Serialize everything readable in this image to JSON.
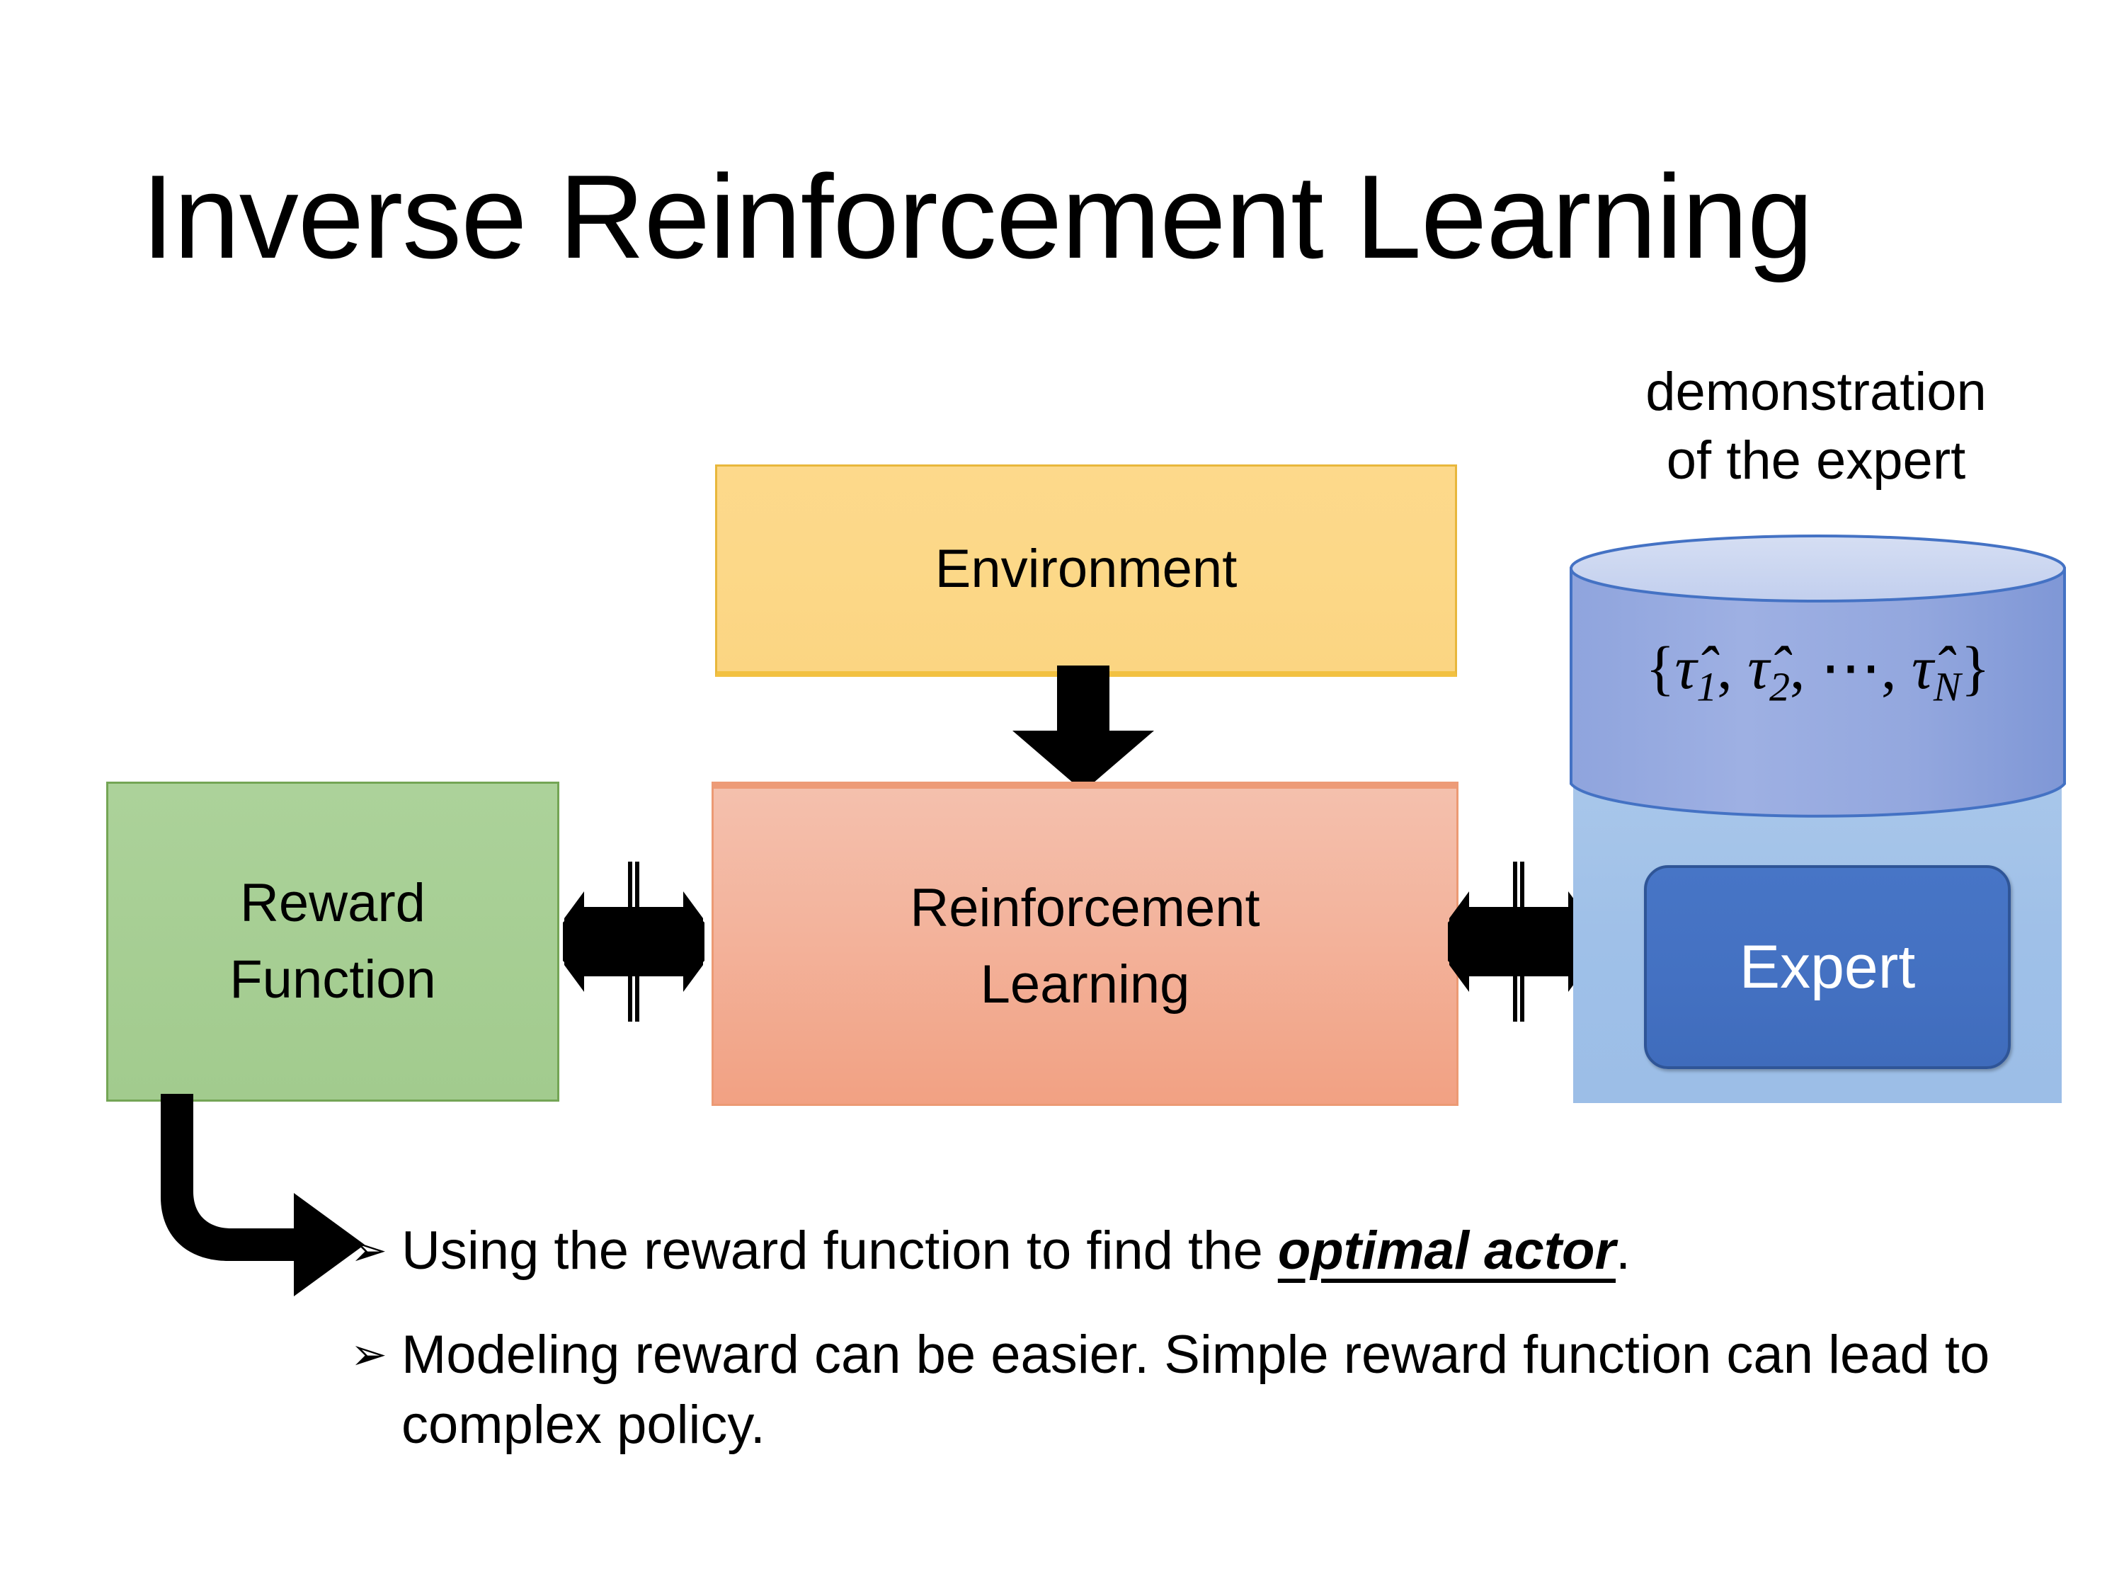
{
  "slide": {
    "title": "Inverse Reinforcement Learning",
    "background_color": "#FFFFFF"
  },
  "diagram": {
    "environment": {
      "label": "Environment",
      "fill_color": "#FCD888",
      "border_color": "#E8B73C"
    },
    "reinforcement_learning": {
      "label_line1": "Reinforcement",
      "label_line2": "Learning",
      "fill_color": "#F3B49D",
      "border_color": "#EC9A74"
    },
    "reward_function": {
      "label_line1": "Reward",
      "label_line2": "Function",
      "fill_color": "#A6CE93",
      "border_color": "#74A555"
    },
    "demonstration": {
      "caption_line1": "demonstration",
      "caption_line2": "of the expert",
      "cylinder_fill": "#93A7DE",
      "cylinder_top_fill": "#CFD9F0",
      "cylinder_stroke": "#4472C4",
      "formula_open": "{",
      "formula_tau1": "τ̂",
      "formula_sub1": "1",
      "formula_sep1": ", ",
      "formula_tau2": "τ̂",
      "formula_sub2": "2",
      "formula_sep2": ", ⋯, ",
      "formula_tauN": "τ̂",
      "formula_subN": "N",
      "formula_close": "}",
      "formula_plain": "{τ̂1, τ̂2, ⋯, τ̂N}"
    },
    "expert": {
      "label": "Expert",
      "panel_fill": "#9FC0E8",
      "box_fill": "#4471C2",
      "box_border": "#2F5597",
      "text_color": "#FFFFFF"
    },
    "connectors": {
      "env_to_rl": "down-arrow",
      "reward_to_rl": "double-headed-quad-arrow",
      "rl_to_expert": "double-headed-quad-arrow",
      "reward_to_bullet": "bent-arrow-down-right",
      "arrow_color": "#000000"
    }
  },
  "bullets": {
    "marker": "➢",
    "items": [
      {
        "prefix": "Using the reward function to find the ",
        "emphasis": "optimal actor",
        "suffix": "."
      },
      {
        "prefix": "Modeling reward can be easier. Simple reward function can lead to complex policy.",
        "emphasis": "",
        "suffix": ""
      }
    ]
  }
}
